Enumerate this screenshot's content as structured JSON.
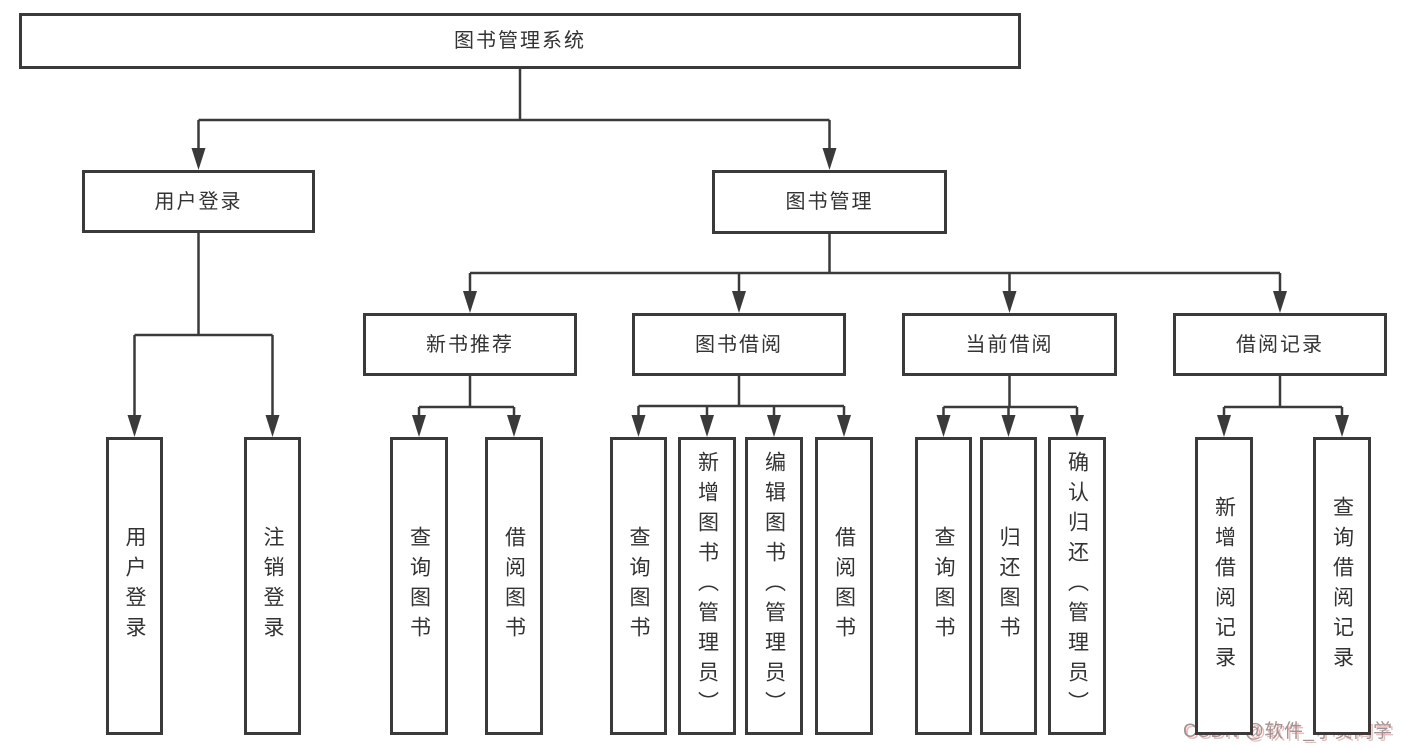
{
  "diagram": {
    "title": "图书管理系统",
    "nodes": [
      {
        "id": "root",
        "label": "图书管理系统",
        "parent": null
      },
      {
        "id": "user-login",
        "label": "用户登录",
        "parent": "root"
      },
      {
        "id": "book-mgmt",
        "label": "图书管理",
        "parent": "root"
      },
      {
        "id": "login",
        "label": "用户登录",
        "parent": "user-login"
      },
      {
        "id": "logout",
        "label": "注销登录",
        "parent": "user-login"
      },
      {
        "id": "new-book-rec",
        "label": "新书推荐",
        "parent": "book-mgmt"
      },
      {
        "id": "book-borrow",
        "label": "图书借阅",
        "parent": "book-mgmt"
      },
      {
        "id": "current-borrow",
        "label": "当前借阅",
        "parent": "book-mgmt"
      },
      {
        "id": "borrow-records",
        "label": "借阅记录",
        "parent": "book-mgmt"
      },
      {
        "id": "rec-query",
        "label": "查询图书",
        "parent": "new-book-rec"
      },
      {
        "id": "rec-borrow",
        "label": "借阅图书",
        "parent": "new-book-rec"
      },
      {
        "id": "bb-query",
        "label": "查询图书",
        "parent": "book-borrow"
      },
      {
        "id": "bb-add",
        "label": "新增图书（管理员）",
        "parent": "book-borrow"
      },
      {
        "id": "bb-edit",
        "label": "编辑图书（管理员）",
        "parent": "book-borrow"
      },
      {
        "id": "bb-borrow",
        "label": "借阅图书",
        "parent": "book-borrow"
      },
      {
        "id": "cb-query",
        "label": "查询图书",
        "parent": "current-borrow"
      },
      {
        "id": "cb-return",
        "label": "归还图书",
        "parent": "current-borrow"
      },
      {
        "id": "cb-confirm",
        "label": "确认归还（管理员）",
        "parent": "current-borrow"
      },
      {
        "id": "br-add",
        "label": "新增借阅记录",
        "parent": "borrow-records"
      },
      {
        "id": "br-query",
        "label": "查询借阅记录",
        "parent": "borrow-records"
      }
    ]
  },
  "colors": {
    "line": "#3a3a3a",
    "text": "#333333",
    "background": "#ffffff",
    "watermark": "#969696",
    "watermark_shadow": "#f07878"
  },
  "watermark": {
    "text": "CSDN @软件_小贺同学"
  }
}
